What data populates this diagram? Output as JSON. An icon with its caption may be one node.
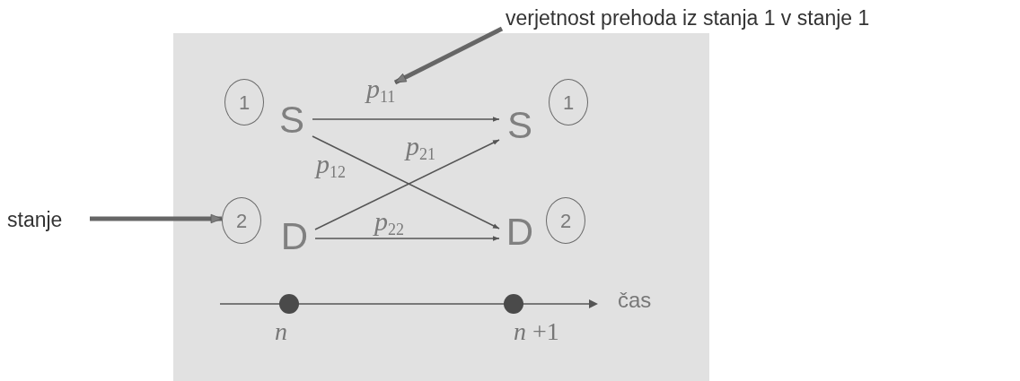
{
  "diagram": {
    "nodes": [
      {
        "text": [],
        "shape": "box"
      },
      {
        "text": [
          "1"
        ],
        "in": 0
      },
      {
        "text": [
          "S"
        ],
        "in": 0
      },
      {
        "text": [
          "S"
        ],
        "in": 0
      },
      {
        "text": [
          "1"
        ],
        "in": 0
      },
      {
        "text": [
          "2"
        ],
        "in": 0
      },
      {
        "text": [
          "D"
        ],
        "in": 0
      },
      {
        "text": [
          "D"
        ],
        "in": 0
      },
      {
        "text": [
          "2"
        ],
        "in": 0
      },
      {
        "text": [
          "stanje"
        ]
      },
      {
        "text": [
          "verjetnost prehoda iz stanja 1 v stanje 1"
        ]
      }
    ],
    "edges": [
      {
        "from": 2,
        "to": 3,
        "arrow": "to",
        "label": "*p*$_{11}$"
      },
      {
        "from": 2,
        "to": 7,
        "arrow": "to",
        "label": "*p*$_{12}$"
      },
      {
        "from": 6,
        "to": 3,
        "arrow": "to",
        "label": "*p*$_{21}$"
      },
      {
        "from": 6,
        "to": 7,
        "arrow": "to",
        "label": "*p*$_{22}$"
      },
      {
        "from": 9,
        "to": 5,
        "arrow": "to",
        "style": "thick"
      },
      {
        "from": 10,
        "to": null,
        "arrow": "to",
        "style": "thick"
      }
    ],
    "labels": [
      "čas",
      "*n*",
      "*n* +1"
    ]
  }
}
